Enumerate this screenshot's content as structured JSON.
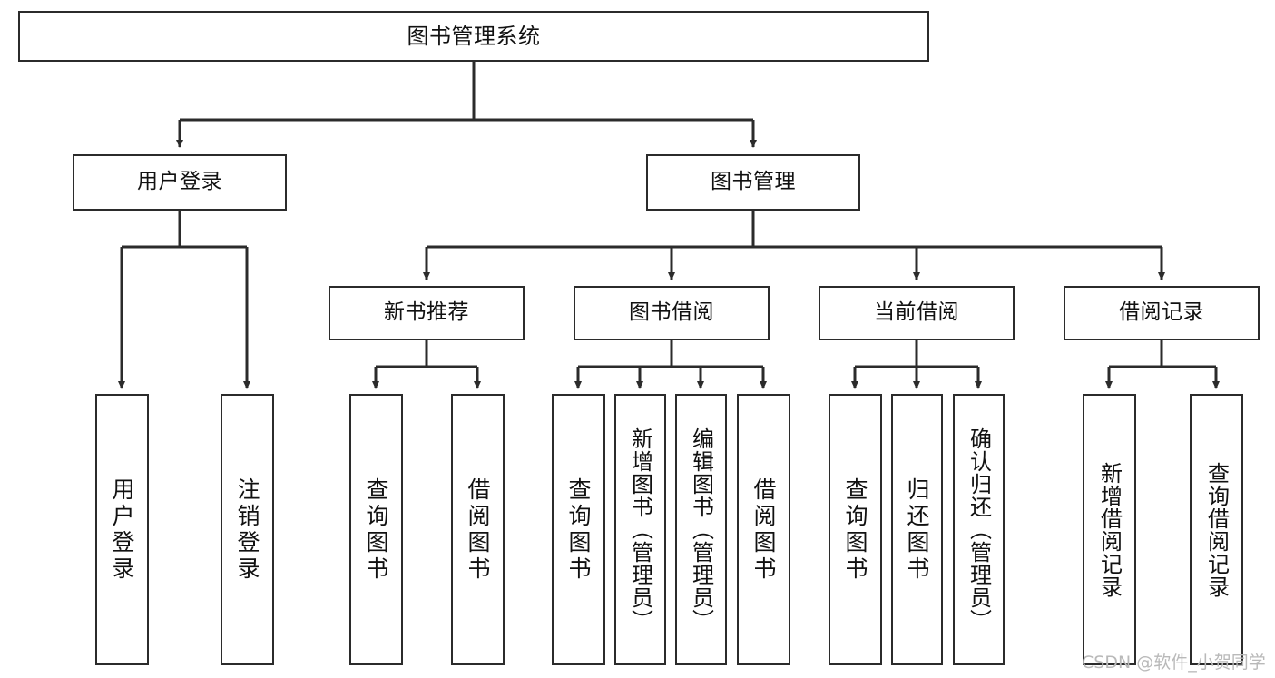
{
  "diagram": {
    "title": "图书管理系统",
    "type": "tree-hierarchy-diagram",
    "stroke_color": "#2b2b2b",
    "fill_color": "#ffffff",
    "text_color": "#111111"
  },
  "nodes": {
    "root": {
      "label": "图书管理系统"
    },
    "level2": [
      {
        "label": "用户登录"
      },
      {
        "label": "图书管理"
      }
    ],
    "level3": [
      {
        "label": "新书推荐"
      },
      {
        "label": "图书借阅"
      },
      {
        "label": "当前借阅"
      },
      {
        "label": "借阅记录"
      }
    ],
    "leaves_user_login": [
      {
        "label": "用户登录"
      },
      {
        "label": "注销登录"
      }
    ],
    "leaves_new_book": [
      {
        "label": "查询图书"
      },
      {
        "label": "借阅图书"
      }
    ],
    "leaves_borrow": [
      {
        "label": "查询图书"
      },
      {
        "label": "新增图书（管理员）"
      },
      {
        "label": "编辑图书（管理员）"
      },
      {
        "label": "借阅图书"
      }
    ],
    "leaves_current": [
      {
        "label": "查询图书"
      },
      {
        "label": "归还图书"
      },
      {
        "label": "确认归还（管理员）"
      }
    ],
    "leaves_records": [
      {
        "label": "新增借阅记录"
      },
      {
        "label": "查询借阅记录"
      }
    ]
  },
  "watermark": {
    "text": "CSDN @软件_小贺同学"
  }
}
